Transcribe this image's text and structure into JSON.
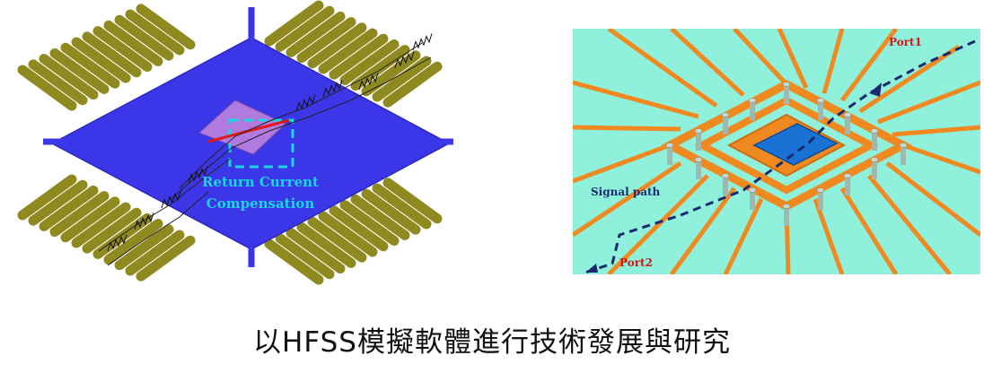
{
  "left_diagram": {
    "annotation_line1": "Return Current",
    "annotation_line2": "Compensation"
  },
  "right_diagram": {
    "port1_label": "Port1",
    "port2_label": "Port2",
    "signal_path_label": "Signal path"
  },
  "caption": "以HFSS模擬軟體進行技術發展與研究",
  "colors": {
    "lead": "#8e8a1f",
    "paddle": "#3b36e8",
    "die": "#b07adf",
    "highlight": "#19d7e0",
    "board": "#8ff0dc",
    "trace": "#f08a20",
    "chip": "#1a73d4",
    "path": "#1a2a6e",
    "port_label": "#d01818"
  }
}
